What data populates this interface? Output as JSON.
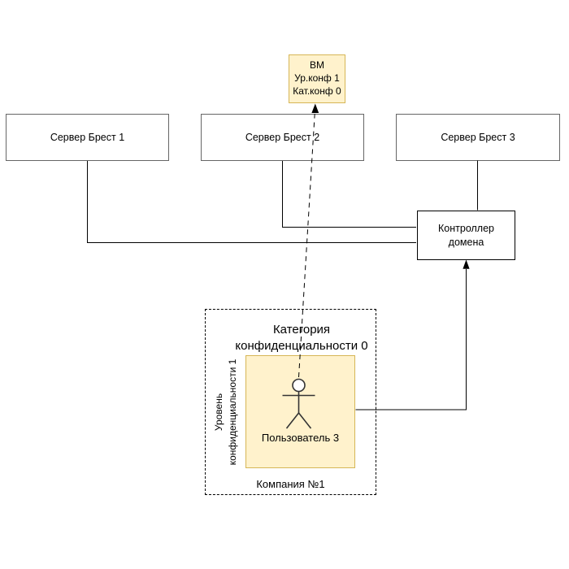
{
  "diagram": {
    "vm": {
      "line1": "ВМ",
      "line2": "Ур.конф 1",
      "line3": "Кат.конф 0"
    },
    "servers": [
      {
        "label": "Сервер Брест 1"
      },
      {
        "label": "Сервер Брест 2"
      },
      {
        "label": "Сервер Брест 3"
      }
    ],
    "controller": {
      "line1": "Контроллер",
      "line2": "домена"
    },
    "group": {
      "category_line1": "Категория",
      "category_line2": "конфиденциальности 0",
      "level_line1": "Уровень",
      "level_line2": "конфиденциальности 1",
      "company": "Компания №1",
      "user": {
        "label": "Пользователь 3"
      }
    },
    "colors": {
      "background": "#ffffff",
      "highlight_fill": "#fff2cc",
      "highlight_border": "#d6b656",
      "server_border": "#666666",
      "controller_border": "#000000",
      "connector": "#000000"
    }
  }
}
